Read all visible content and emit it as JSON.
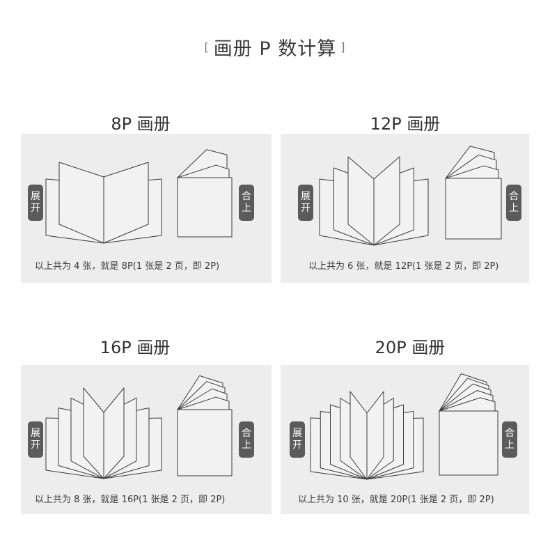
{
  "page": {
    "title": "画册 P 数计算",
    "bracket_open": "[",
    "bracket_close": "]"
  },
  "cells": [
    {
      "title": "8P 画册",
      "open_label": "展开",
      "close_label": "合上",
      "pages_per_side": 2,
      "sheets": 4,
      "caption": "以上共为 4 张，就是 8P(1 张是 2 页，即 2P)"
    },
    {
      "title": "12P 画册",
      "open_label": "展开",
      "close_label": "合上",
      "pages_per_side": 3,
      "sheets": 6,
      "caption": "以上共为 6 张，就是 12P(1 张是 2 页，即 2P)"
    },
    {
      "title": "16P 画册",
      "open_label": "展开",
      "close_label": "合上",
      "pages_per_side": 4,
      "sheets": 8,
      "caption": "以上共为 8 张，就是 16P(1 张是 2 页，即 2P)"
    },
    {
      "title": "20P 画册",
      "open_label": "展开",
      "close_label": "合上",
      "pages_per_side": 5,
      "sheets": 10,
      "caption": "以上共为 10 张，就是 20P(1 张是 2 页，即 2P)"
    }
  ]
}
